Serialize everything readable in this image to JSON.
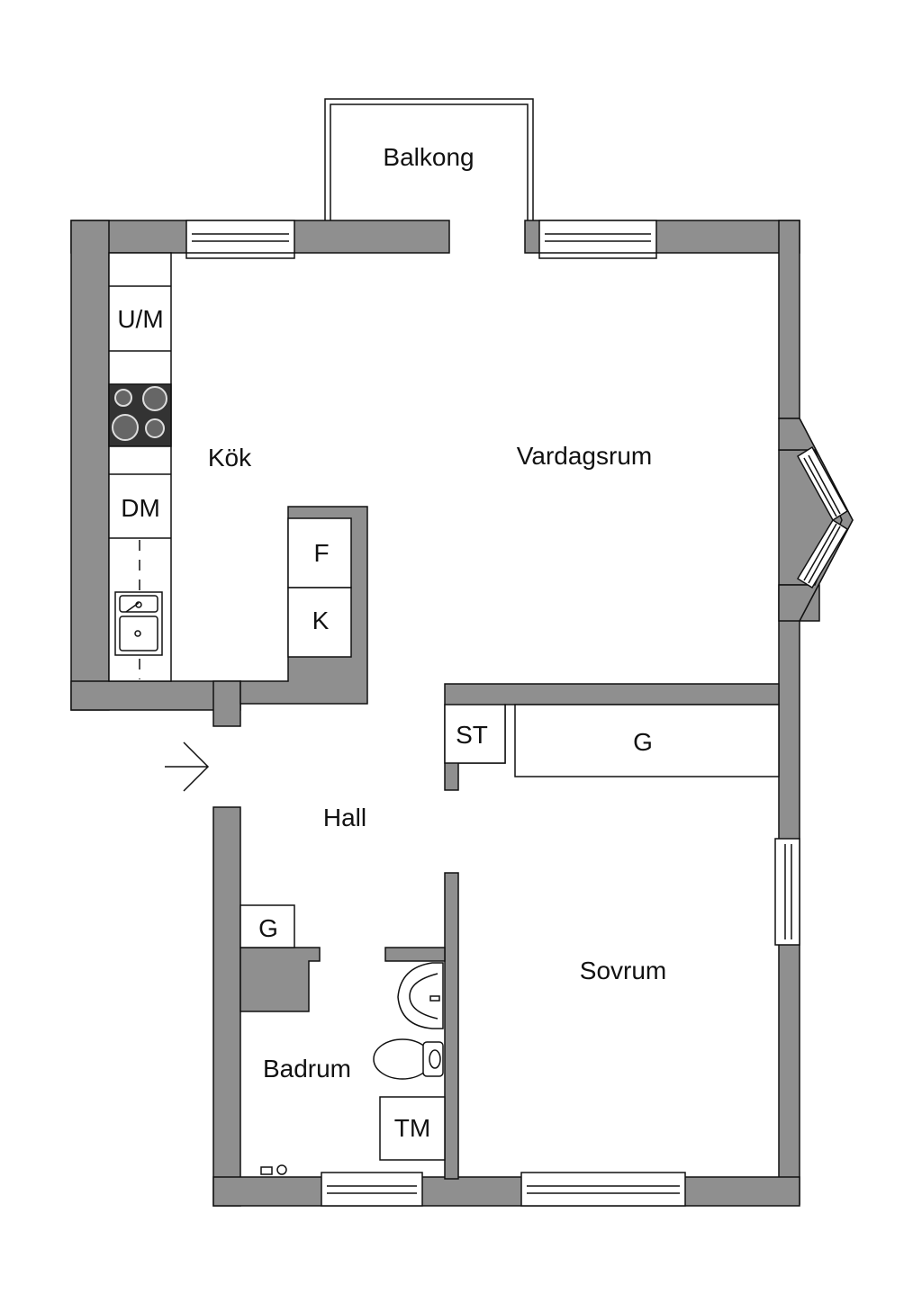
{
  "rooms": {
    "balcony": "Balkong",
    "kitchen": "Kök",
    "living": "Vardagsrum",
    "hall": "Hall",
    "bathroom": "Badrum",
    "bedroom": "Sovrum"
  },
  "fixtures": {
    "oven_microwave": "U/M",
    "dishwasher": "DM",
    "freezer": "F",
    "fridge": "K",
    "storage": "ST",
    "wardrobe_bedroom": "G",
    "wardrobe_hall": "G",
    "washer": "TM"
  },
  "colors": {
    "wall": "#8f8f8f",
    "line": "#111111",
    "stove": "#333333",
    "background": "#ffffff"
  }
}
